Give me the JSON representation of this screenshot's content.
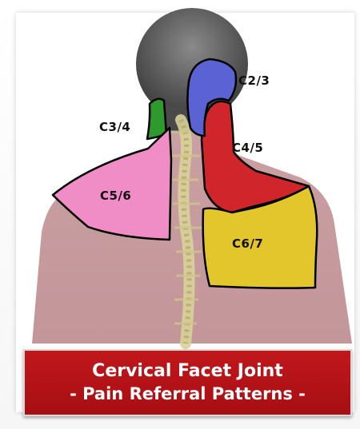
{
  "regions": [
    {
      "id": "c2-3",
      "label": "C2/3",
      "color": "#5b62d4"
    },
    {
      "id": "c3-4",
      "label": "C3/4",
      "color": "#2e9a2e"
    },
    {
      "id": "c4-5",
      "label": "C4/5",
      "color": "#d0262b"
    },
    {
      "id": "c5-6",
      "label": "C5/6",
      "color": "#f08dc6"
    },
    {
      "id": "c6-7",
      "label": "C6/7",
      "color": "#e3c52c"
    }
  ],
  "banner": {
    "line1": "Cervical Facet Joint",
    "line2": "- Pain Referral Patterns -",
    "color": "#b3141a"
  },
  "colors": {
    "skin": "#c99da0",
    "hair": "#5a5a5a",
    "spine": "#d8d29a"
  }
}
